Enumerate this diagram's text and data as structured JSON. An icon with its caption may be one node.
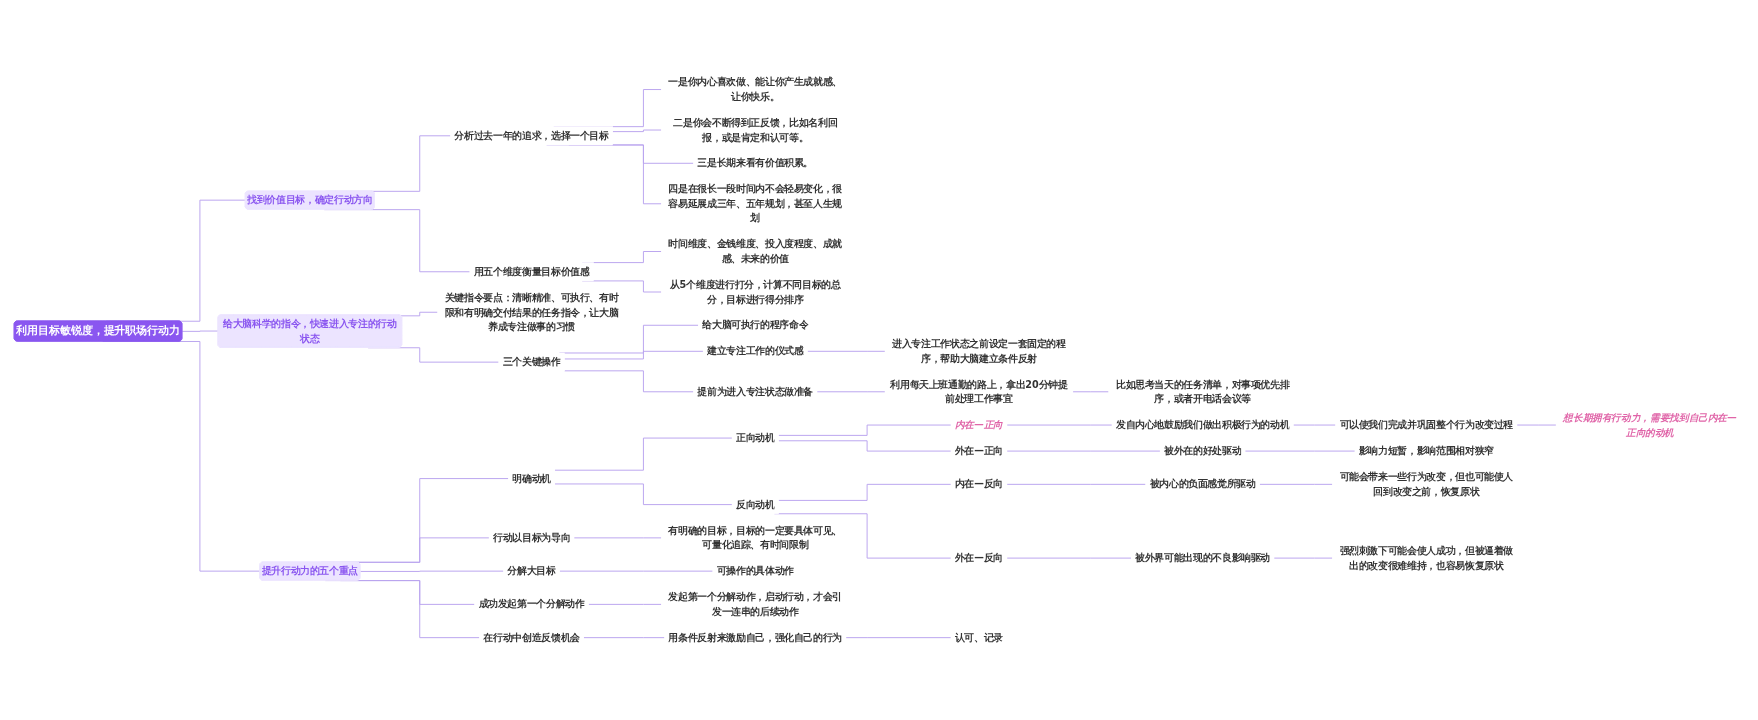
{
  "diagram": {
    "nodes": [
      {
        "text": [
          "利用目标敏锐度，提升职场行动力"
        ]
      },
      {
        "text": [
          "找到价值目标，确定行动方向"
        ]
      },
      {
        "text": [
          "分析过去一年的追求，选择一个目标"
        ]
      },
      {
        "text": [
          "一是你内心喜欢做、能让你产生成就感、让你快乐。"
        ]
      },
      {
        "text": [
          "二是你会不断得到正反馈，比如名利回报，或是肯定和认可等。"
        ]
      },
      {
        "text": [
          "三是长期来看有价值积累。"
        ]
      },
      {
        "text": [
          "四是在很长一段时间内不会轻易变化，很容易延展成三年、五年规划，甚至人生规划"
        ]
      },
      {
        "text": [
          "用五个维度衡量目标价值感"
        ]
      },
      {
        "text": [
          "时间维度、金钱维度、投入度程度、成就感、未来的价值"
        ]
      },
      {
        "text": [
          "从5个维度进行打分，计算不同目标的总分，目标进行得分排序"
        ]
      },
      {
        "text": [
          "给大脑科学的指令，快速进入专注的行动状态"
        ]
      },
      {
        "text": [
          "关键指令要点：清晰精准、可执行、有时限和有明确交付结果的任务指令，让大脑养成专注做事的习惯"
        ]
      },
      {
        "text": [
          "三个关键操作"
        ]
      },
      {
        "text": [
          "给大脑可执行的程序命令"
        ]
      },
      {
        "text": [
          "建立专注工作的仪式感"
        ]
      },
      {
        "text": [
          "进入专注工作状态之前设定一套固定的程序，帮助大脑建立条件反射"
        ]
      },
      {
        "text": [
          "提前为进入专注状态做准备"
        ]
      },
      {
        "text": [
          "利用每天上班通勤的路上，拿出20分钟提前处理工作事宜"
        ]
      },
      {
        "text": [
          "比如思考当天的任务清单，对事项优先排序，或者开电话会议等"
        ]
      },
      {
        "text": [
          "提升行动力的五个重点"
        ]
      },
      {
        "text": [
          "明确动机"
        ]
      },
      {
        "text": [
          "正向动机"
        ]
      },
      {
        "text": [
          "内在—正向"
        ]
      },
      {
        "text": [
          "发自内心地鼓励我们做出积极行为的动机"
        ]
      },
      {
        "text": [
          "可以使我们完成并巩固整个行为改变过程"
        ]
      },
      {
        "text": [
          "想长期拥有行动力，需要找到自己内在—正向的动机"
        ]
      },
      {
        "text": [
          "外在—正向"
        ]
      },
      {
        "text": [
          "被外在的好处驱动"
        ]
      },
      {
        "text": [
          "影响力短暂，影响范围相对狭窄"
        ]
      },
      {
        "text": [
          "反向动机"
        ]
      },
      {
        "text": [
          "内在—反向"
        ]
      },
      {
        "text": [
          "被内心的负面感觉所驱动"
        ]
      },
      {
        "text": [
          "可能会带来一些行为改变，但也可能使人回到改变之前，恢复原状"
        ]
      },
      {
        "text": [
          "外在—反向"
        ]
      },
      {
        "text": [
          "被外界可能出现的不良影响驱动"
        ]
      },
      {
        "text": [
          "强烈刺激下可能会使人成功，但被逼着做出的改变很难维持，也容易恢复原状"
        ]
      },
      {
        "text": [
          "行动以目标为导向"
        ]
      },
      {
        "text": [
          "有明确的目标，目标的一定要具体可见、可量化追踪、有时间限制"
        ]
      },
      {
        "text": [
          "分解大目标"
        ]
      },
      {
        "text": [
          "可操作的具体动作"
        ]
      },
      {
        "text": [
          "成功发起第一个分解动作"
        ]
      },
      {
        "text": [
          "发起第一个分解动作，启动行动，才会引发一连串的后续动作"
        ]
      },
      {
        "text": [
          "在行动中创造反馈机会"
        ]
      },
      {
        "text": [
          "用条件反射来激励自己，强化自己的行为"
        ]
      },
      {
        "text": [
          "认可、记录"
        ]
      }
    ],
    "edges": [
      {
        "from": 0,
        "to": 1,
        "arrow": "none"
      },
      {
        "from": 1,
        "to": 2,
        "arrow": "none"
      },
      {
        "from": 2,
        "to": 3,
        "arrow": "none"
      },
      {
        "from": 2,
        "to": 4,
        "arrow": "none"
      },
      {
        "from": 2,
        "to": 5,
        "arrow": "none"
      },
      {
        "from": 2,
        "to": 6,
        "arrow": "none"
      },
      {
        "from": 1,
        "to": 7,
        "arrow": "none"
      },
      {
        "from": 7,
        "to": 8,
        "arrow": "none"
      },
      {
        "from": 7,
        "to": 9,
        "arrow": "none"
      },
      {
        "from": 0,
        "to": 10,
        "arrow": "none"
      },
      {
        "from": 10,
        "to": 11,
        "arrow": "none"
      },
      {
        "from": 10,
        "to": 12,
        "arrow": "none"
      },
      {
        "from": 12,
        "to": 13,
        "arrow": "none"
      },
      {
        "from": 12,
        "to": 14,
        "arrow": "none"
      },
      {
        "from": 14,
        "to": 15,
        "arrow": "none"
      },
      {
        "from": 12,
        "to": 16,
        "arrow": "none"
      },
      {
        "from": 16,
        "to": 17,
        "arrow": "none"
      },
      {
        "from": 17,
        "to": 18,
        "arrow": "none"
      },
      {
        "from": 0,
        "to": 19,
        "arrow": "none"
      },
      {
        "from": 19,
        "to": 20,
        "arrow": "none"
      },
      {
        "from": 20,
        "to": 21,
        "arrow": "none"
      },
      {
        "from": 21,
        "to": 22,
        "arrow": "none"
      },
      {
        "from": 22,
        "to": 23,
        "arrow": "none"
      },
      {
        "from": 23,
        "to": 24,
        "arrow": "none"
      },
      {
        "from": 24,
        "to": 25,
        "arrow": "none"
      },
      {
        "from": 21,
        "to": 26,
        "arrow": "none"
      },
      {
        "from": 26,
        "to": 27,
        "arrow": "none"
      },
      {
        "from": 27,
        "to": 28,
        "arrow": "none"
      },
      {
        "from": 20,
        "to": 29,
        "arrow": "none"
      },
      {
        "from": 29,
        "to": 30,
        "arrow": "none"
      },
      {
        "from": 30,
        "to": 31,
        "arrow": "none"
      },
      {
        "from": 31,
        "to": 32,
        "arrow": "none"
      },
      {
        "from": 29,
        "to": 33,
        "arrow": "none"
      },
      {
        "from": 33,
        "to": 34,
        "arrow": "none"
      },
      {
        "from": 34,
        "to": 35,
        "arrow": "none"
      },
      {
        "from": 19,
        "to": 36,
        "arrow": "none"
      },
      {
        "from": 36,
        "to": 37,
        "arrow": "none"
      },
      {
        "from": 19,
        "to": 38,
        "arrow": "none"
      },
      {
        "from": 38,
        "to": 39,
        "arrow": "none"
      },
      {
        "from": 19,
        "to": 40,
        "arrow": "none"
      },
      {
        "from": 40,
        "to": 41,
        "arrow": "none"
      },
      {
        "from": 19,
        "to": 42,
        "arrow": "none"
      },
      {
        "from": 42,
        "to": 43,
        "arrow": "none"
      },
      {
        "from": 43,
        "to": 44,
        "arrow": "none"
      }
    ]
  }
}
